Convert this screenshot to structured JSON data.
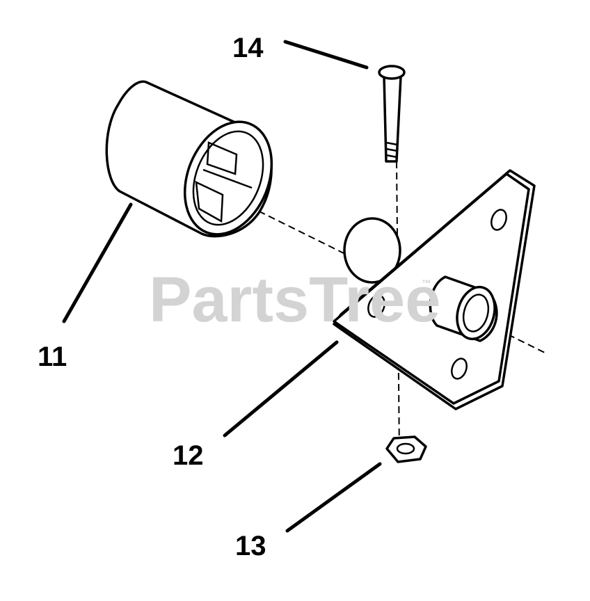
{
  "watermark": {
    "text": "PartsTree",
    "trademark": "™"
  },
  "callouts": [
    {
      "id": "11",
      "label": "11"
    },
    {
      "id": "12",
      "label": "12"
    },
    {
      "id": "13",
      "label": "13"
    },
    {
      "id": "14",
      "label": "14"
    }
  ],
  "colors": {
    "ink": "#000000",
    "watermark": "#d3d3d3",
    "background": "#ffffff"
  }
}
